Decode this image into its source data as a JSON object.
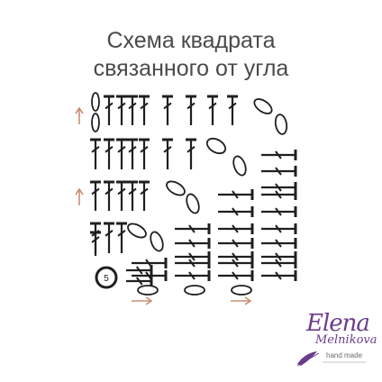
{
  "title": {
    "line1": "Схема квадрата",
    "line2": "связанного от угла"
  },
  "diagram": {
    "start_label": "5",
    "colors": {
      "symbol": "#1f1f1f",
      "arrow": "#c98e73",
      "logo": "#6b3d8c"
    },
    "symbols": {
      "tr": "treble-crochet",
      "ch": "chain-stitch",
      "start": "start-circle",
      "arrow_up": "row-direction-up",
      "arrow_right": "row-direction-right"
    }
  },
  "logo": {
    "line1": "Elena",
    "line2": "Melnikova",
    "line3": "hand made"
  }
}
